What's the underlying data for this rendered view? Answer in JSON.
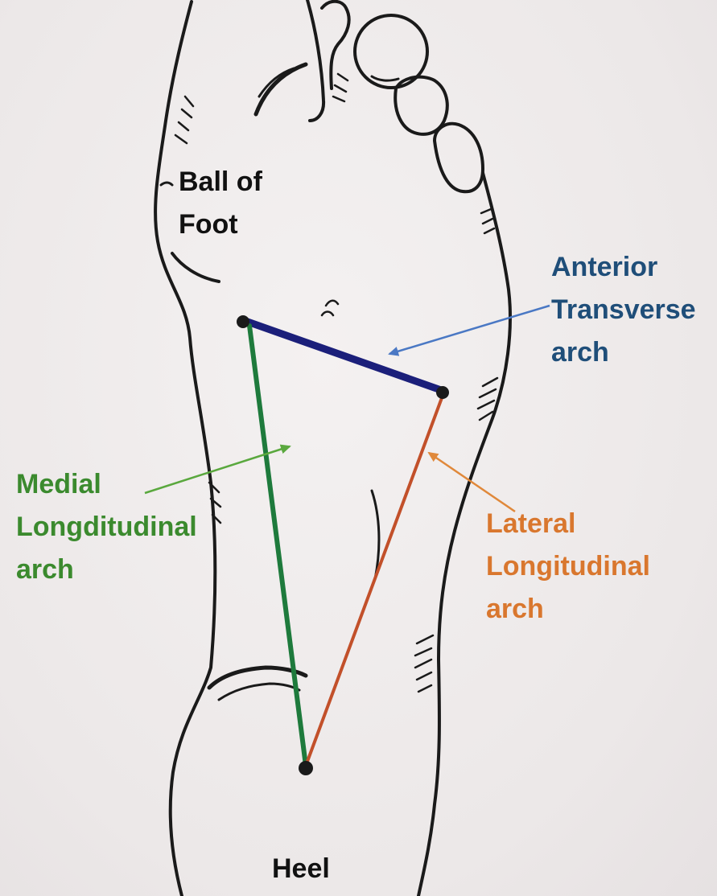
{
  "labels": {
    "ball_of_foot": [
      "Ball of",
      "Foot"
    ],
    "anterior_transverse_arch": [
      "Anterior",
      "Transverse",
      "arch"
    ],
    "medial_longitudinal_arch": [
      "Medial",
      "Longditudinal",
      "arch"
    ],
    "lateral_longitudinal_arch": [
      "Lateral",
      "Longitudinal",
      "arch"
    ],
    "heel": "Heel"
  },
  "colors": {
    "outline": "#1a1a1a",
    "anterior_arch_line": "#1b1f7a",
    "anterior_label": "#1f4e79",
    "anterior_arrow": "#4a78c4",
    "medial_arch_line": "#1e7a3c",
    "medial_label": "#3b8a2e",
    "medial_arrow": "#5aa83e",
    "lateral_arch_line": "#c2502a",
    "lateral_label": "#d9772e",
    "lateral_arrow": "#e0883a"
  }
}
